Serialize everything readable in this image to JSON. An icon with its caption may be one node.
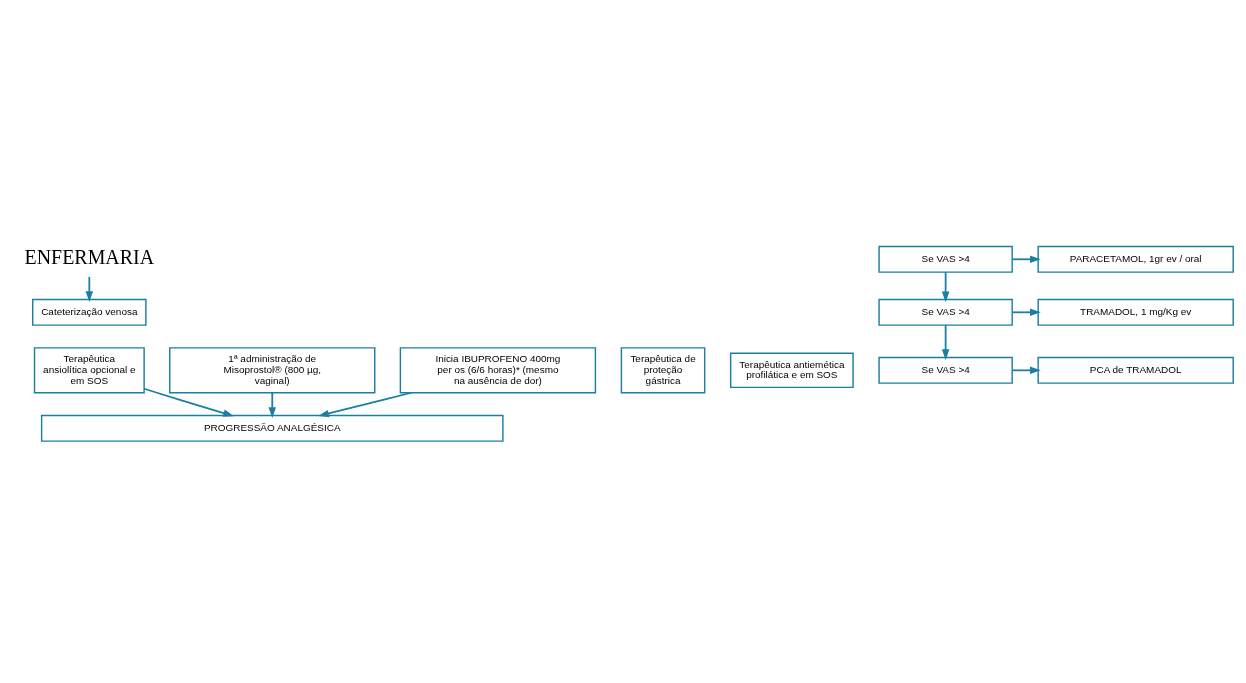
{
  "diagram": {
    "nodes": [
      {
        "text": [
          "ENFERMARIA"
        ]
      },
      {
        "text": [
          "Cateterização venosa"
        ]
      },
      {
        "text": [
          "Terapêutica de proteção gástrica"
        ]
      },
      {
        "text": [
          "Terapêutica ansiolítica opcional e em SOS"
        ]
      },
      {
        "text": [
          "Terapêutica antiemética profilática e em SOS"
        ]
      },
      {
        "text": [
          "1ª administração de Misoprostol® (800 µg, vaginal)"
        ]
      },
      {
        "text": [
          "Inicia IBUPROFENO 400mg per os (6/6 horas)* (mesmo na ausência de dor)"
        ]
      },
      {
        "text": [
          "PROGRESSÃO ANALGÉSICA"
        ]
      },
      {
        "text": [
          "Se VAS >4"
        ]
      },
      {
        "text": [
          "PARACETAMOL, 1gr ev / oral"
        ]
      },
      {
        "text": [
          "Se VAS >4"
        ]
      },
      {
        "text": [
          "TRAMADOL, 1 mg/Kg ev"
        ]
      },
      {
        "text": [
          "Se VAS >4"
        ]
      },
      {
        "text": [
          "PCA de TRAMADOL"
        ]
      }
    ],
    "edges": [
      {
        "from": 0,
        "to": 1,
        "arrow": "to"
      },
      {
        "from": 3,
        "to": 7,
        "arrow": "to"
      },
      {
        "from": 5,
        "to": 7,
        "arrow": "to"
      },
      {
        "from": 6,
        "to": 7,
        "arrow": "to"
      },
      {
        "from": 8,
        "to": 9,
        "arrow": "to"
      },
      {
        "from": 8,
        "to": 10,
        "arrow": "to"
      },
      {
        "from": 10,
        "to": 11,
        "arrow": "to"
      },
      {
        "from": 10,
        "to": 12,
        "arrow": "to"
      },
      {
        "from": 12,
        "to": 13,
        "arrow": "to"
      }
    ]
  }
}
